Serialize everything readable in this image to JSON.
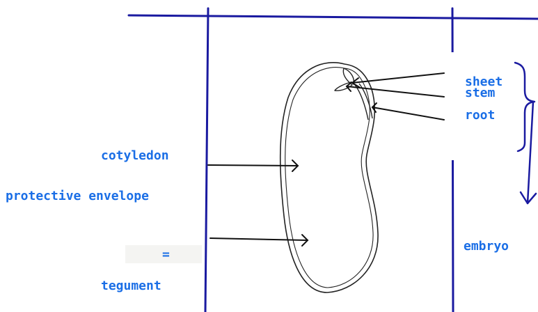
{
  "diagram": {
    "colors": {
      "frame": "#1a1aa0",
      "label": "#1a6ee6",
      "outline": "#222222",
      "arrow": "#111111"
    },
    "labels": {
      "cotyledon": "cotyledon",
      "protective_envelope": "protective envelope",
      "equals": "=",
      "tegument": "tegument",
      "sheet": "sheet",
      "stem": "stem",
      "root": "root",
      "embryo": "embryo"
    }
  }
}
